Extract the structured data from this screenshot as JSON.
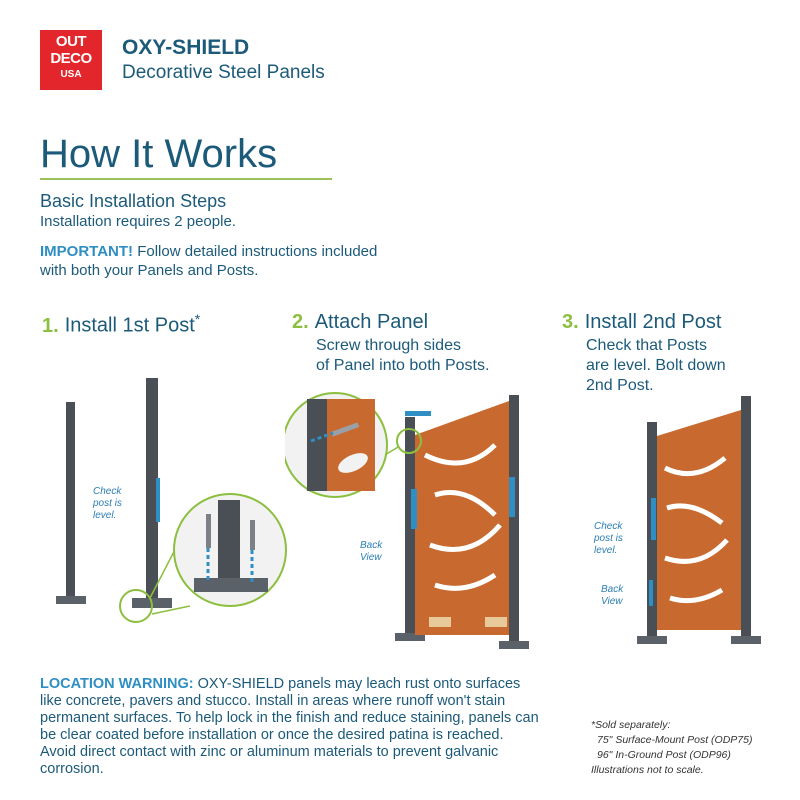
{
  "brand": {
    "logo_line1": "OUT",
    "logo_line2": "DECO",
    "logo_line3": "USA",
    "title": "OXY-SHIELD",
    "subtitle": "Decorative Steel Panels"
  },
  "heading": "How It Works",
  "basic_steps": "Basic Installation Steps",
  "requirement": "Installation requires 2 people.",
  "important": {
    "label": "IMPORTANT!",
    "text": "Follow detailed instructions included with both your Panels and Posts."
  },
  "steps": [
    {
      "number": "1.",
      "title": "Install 1st Post",
      "marker": "*",
      "description": ""
    },
    {
      "number": "2.",
      "title": "Attach Panel",
      "description_line1": "Screw through sides",
      "description_line2": "of Panel into both Posts."
    },
    {
      "number": "3.",
      "title": "Install 2nd Post",
      "description_line1": "Check that Posts",
      "description_line2": "are level. Bolt down",
      "description_line3": "2nd Post."
    }
  ],
  "callouts": {
    "check_post_1": "Check post is level.",
    "back_view_2": "Back View",
    "check_posts_3": "Check post is level.",
    "back_view_3": "Back View"
  },
  "warning": {
    "label": "LOCATION WARNING:",
    "text": "OXY-SHIELD panels may leach rust onto surfaces like concrete, pavers and stucco. Install in areas where runoff won't stain permanent surfaces. To help lock in the finish and reduce staining, panels can be clear coated before installation or once the desired patina is reached. Avoid direct contact with zinc or aluminum materials to prevent galvanic corrosion."
  },
  "notes": {
    "line1": "*Sold separately:",
    "line2": "75\" Surface-Mount Post (ODP75)",
    "line3": "96\" In-Ground Post (ODP96)",
    "line4": "Illustrations not to scale."
  },
  "colors": {
    "brand_red": "#e3262b",
    "heading_blue": "#1c5a7a",
    "accent_blue": "#2f8ec3",
    "accent_green": "#8cbf3f",
    "post_gray": "#4a4f55",
    "panel_rust": "#c8692f"
  }
}
